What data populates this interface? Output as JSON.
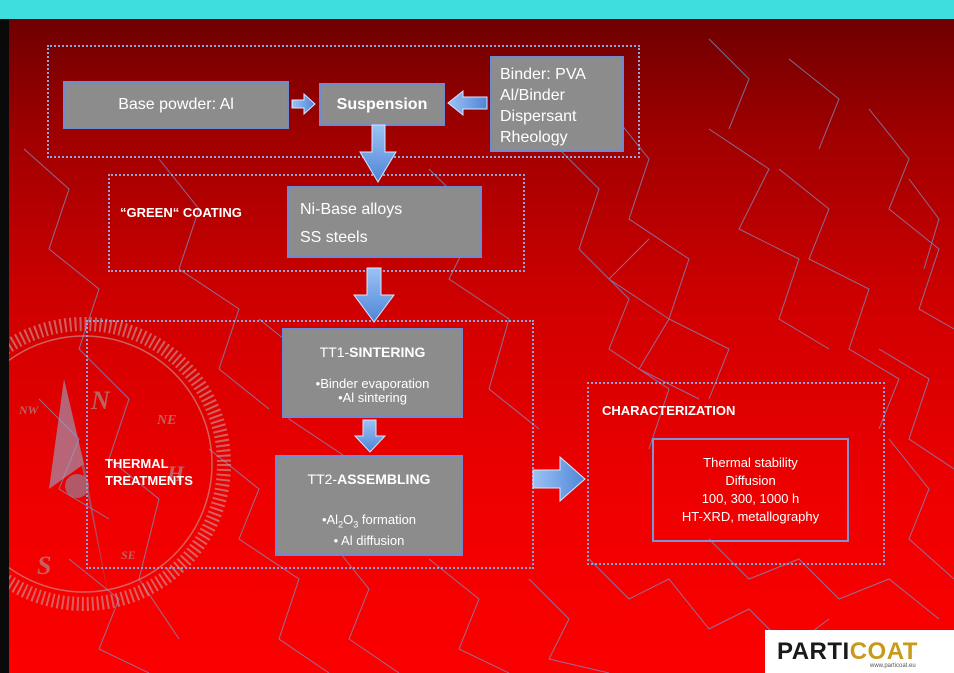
{
  "colors": {
    "header": "#3fdede",
    "background_top": "#6e0000",
    "background_bottom": "#fb0000",
    "box_fill": "#8c8c8c",
    "border": "#6f8bd0",
    "arrow": "#6f9fe8"
  },
  "flow": {
    "base_powder": "Base powder: Al",
    "suspension": "Suspension",
    "binder_lines": [
      "Binder: PVA",
      "Al/Binder",
      "Dispersant",
      "Rheology"
    ]
  },
  "green_coating": {
    "label": "“GREEN“ COATING",
    "substrates": [
      "Ni-Base alloys",
      "SS steels"
    ]
  },
  "thermal": {
    "label_line1": "THERMAL",
    "label_line2": "TREATMENTS",
    "tt1_prefix": "TT1-",
    "tt1_title": "SINTERING",
    "tt1_line1": "•Binder evaporation",
    "tt1_line2": "•Al sintering",
    "tt2_prefix": "TT2-",
    "tt2_title": "ASSEMBLING",
    "tt2_line1_prefix": "•Al",
    "tt2_line1_sub1": "2",
    "tt2_line1_mid": "O",
    "tt2_line1_sub2": "3",
    "tt2_line1_suffix": " formation",
    "tt2_line2": "• Al diffusion"
  },
  "characterization": {
    "label": "CHARACTERIZATION",
    "lines": [
      "Thermal stability",
      "Diffusion",
      "100, 300, 1000 h",
      "HT-XRD, metallography"
    ]
  },
  "compass": {
    "n": "N",
    "s": "S",
    "ne": "NE",
    "se": "SE",
    "nw": "NW",
    "h": "H"
  },
  "logo": {
    "part1": "PARTI",
    "part2": "COAT",
    "url": "www.particoat.eu"
  }
}
